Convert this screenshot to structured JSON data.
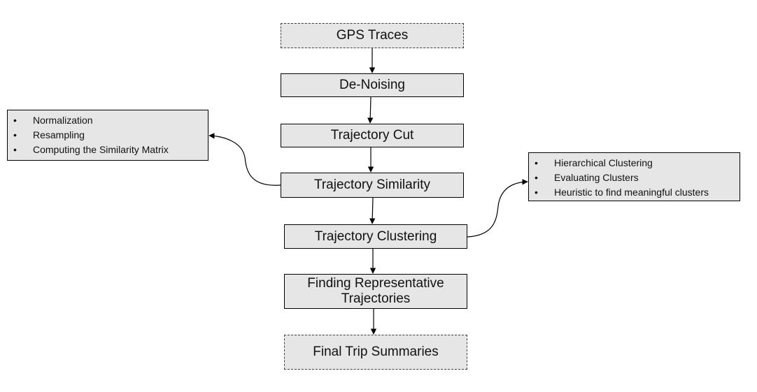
{
  "steps": {
    "gps_traces": "GPS Traces",
    "denoising": "De-Noising",
    "trajectory_cut": "Trajectory Cut",
    "trajectory_similarity": "Trajectory Similarity",
    "trajectory_clustering": "Trajectory Clustering",
    "finding_representative": "Finding Representative Trajectories",
    "final_summaries": "Final Trip Summaries"
  },
  "similarity_notes": [
    "Normalization",
    "Resampling",
    "Computing the Similarity Matrix"
  ],
  "clustering_notes": [
    "Hierarchical Clustering",
    "Evaluating Clusters",
    "Heuristic to find meaningful clusters"
  ],
  "colors": {
    "box_fill": "#e7e6e6",
    "border": "#000000",
    "arrow": "#000000"
  }
}
